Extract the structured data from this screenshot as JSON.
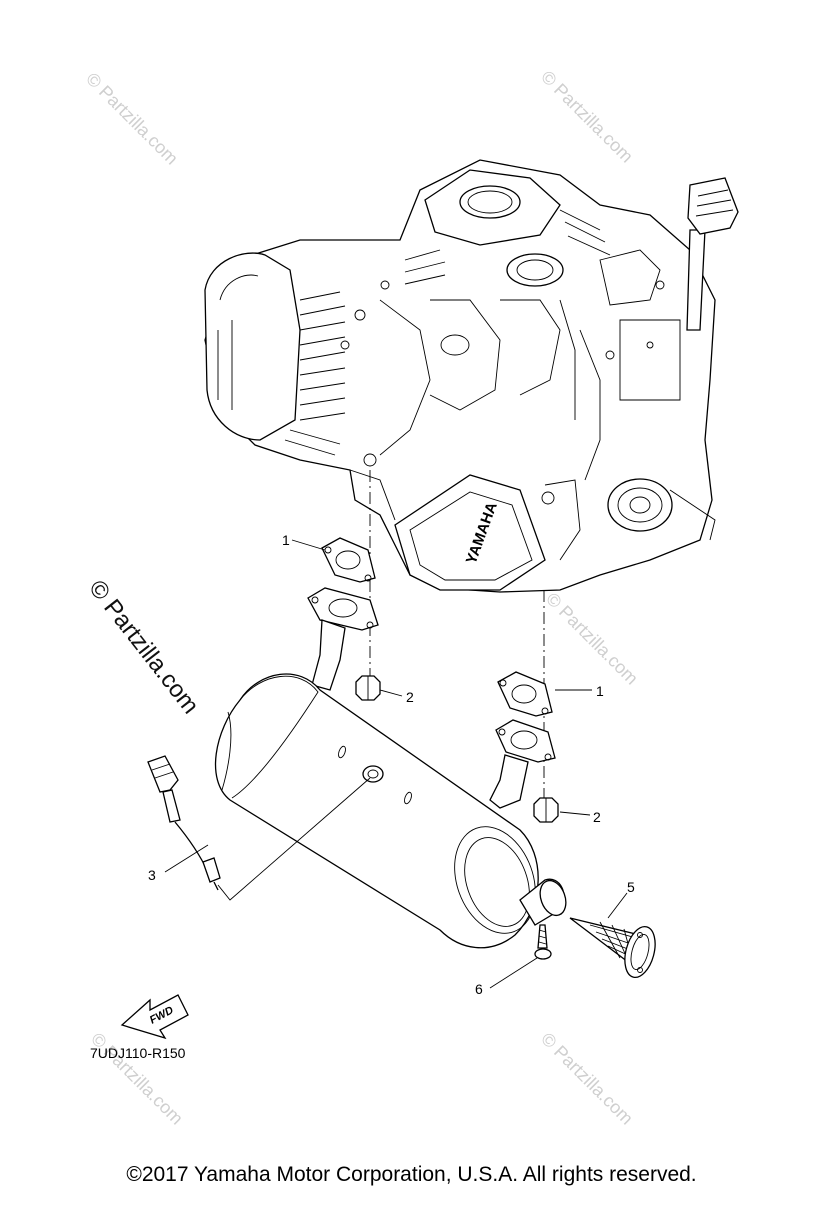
{
  "diagram": {
    "code": "7UDJ110-R150",
    "fwd_label": "FWD",
    "engine_brand_mark": "YAMAHA",
    "callouts": [
      {
        "id": "gasket-upper-left",
        "label": "1"
      },
      {
        "id": "nut-upper-left",
        "label": "2"
      },
      {
        "id": "gasket-right",
        "label": "1"
      },
      {
        "id": "nut-right",
        "label": "2"
      },
      {
        "id": "o2-sensor",
        "label": "3"
      },
      {
        "id": "spark-arrester",
        "label": "5"
      },
      {
        "id": "screw",
        "label": "6"
      }
    ]
  },
  "watermarks": {
    "faint": "© Partzilla.com",
    "strong": "© Partzilla.com"
  },
  "copyright": "©2017  Yamaha Motor Corporation, U.S.A. All rights reserved."
}
